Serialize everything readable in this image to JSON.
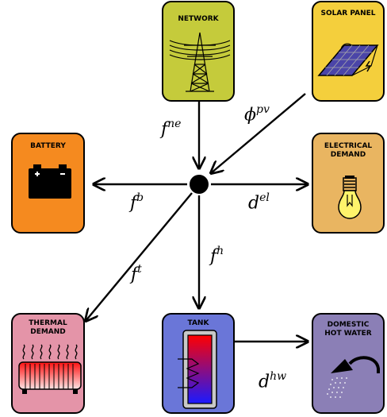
{
  "nodes": {
    "network": {
      "title": "NETWORK",
      "icon": "power-pylon-icon",
      "color": "#c5cb3b"
    },
    "solar": {
      "title": "SOLAR PANEL",
      "icon": "solar-panel-icon",
      "color": "#f4cf3c"
    },
    "battery": {
      "title": "BATTERY",
      "icon": "car-battery-icon",
      "color": "#f58a1f"
    },
    "electrical": {
      "title": "ELECTRICAL\nDEMAND",
      "icon": "light-bulb-icon",
      "color": "#e9b561"
    },
    "thermal": {
      "title": "THERMAL\nDEMAND",
      "icon": "radiator-icon",
      "color": "#e494a8"
    },
    "tank": {
      "title": "TANK",
      "icon": "hot-water-tank-icon",
      "color": "#6a76d8"
    },
    "hotwater": {
      "title": "DOMESTIC\nHOT WATER",
      "icon": "shower-head-icon",
      "color": "#8b7fb6"
    }
  },
  "flows": {
    "f_ne": {
      "base": "f",
      "sup": "ne"
    },
    "phi_pv": {
      "base": "ϕ",
      "sup": "pv"
    },
    "f_b": {
      "base": "f",
      "sup": "b"
    },
    "d_el": {
      "base": "d",
      "sup": "el"
    },
    "f_t": {
      "base": "f",
      "sup": "t"
    },
    "f_h": {
      "base": "f",
      "sup": "h"
    },
    "d_hw": {
      "base": "d",
      "sup": "hw"
    }
  }
}
